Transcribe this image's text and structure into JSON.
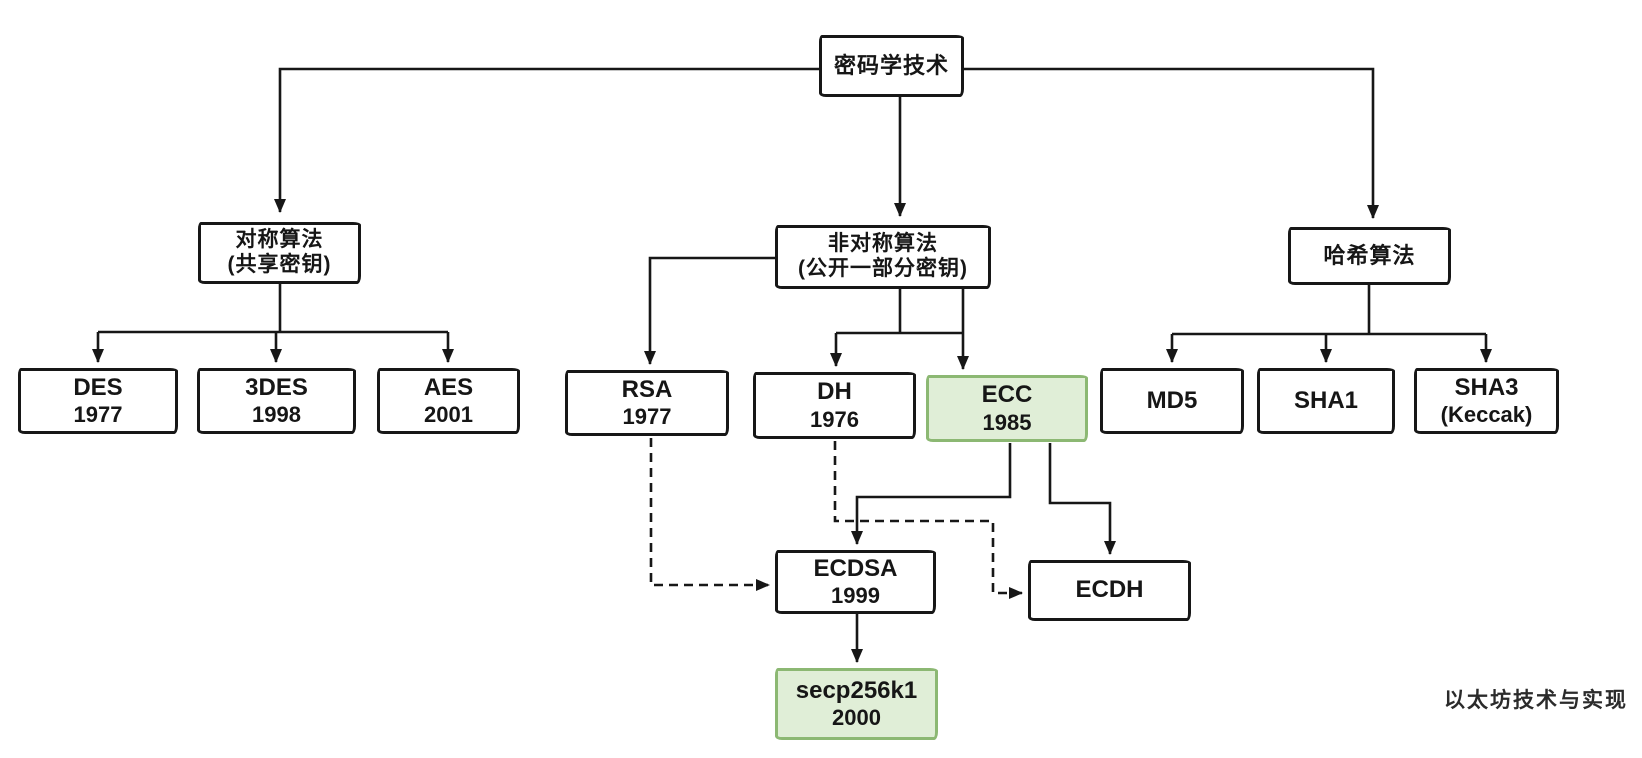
{
  "diagram": {
    "nodes": {
      "crypto": {
        "label": "密码学技术"
      },
      "symmetric": {
        "line1": "对称算法",
        "line2": "(共享密钥)"
      },
      "asymmetric": {
        "line1": "非对称算法",
        "line2": "(公开一部分密钥)"
      },
      "hash": {
        "label": "哈希算法"
      },
      "des": {
        "line1": "DES",
        "line2": "1977"
      },
      "tdes": {
        "line1": "3DES",
        "line2": "1998"
      },
      "aes": {
        "line1": "AES",
        "line2": "2001"
      },
      "rsa": {
        "line1": "RSA",
        "line2": "1977"
      },
      "dh": {
        "line1": "DH",
        "line2": "1976"
      },
      "ecc": {
        "line1": "ECC",
        "line2": "1985"
      },
      "md5": {
        "label": "MD5"
      },
      "sha1": {
        "label": "SHA1"
      },
      "sha3": {
        "line1": "SHA3",
        "line2": "(Keccak)"
      },
      "ecdsa": {
        "line1": "ECDSA",
        "line2": "1999"
      },
      "ecdh": {
        "label": "ECDH"
      },
      "secp256k1": {
        "line1": "secp256k1",
        "line2": "2000"
      }
    },
    "edges": [
      {
        "from": "crypto",
        "to": "symmetric",
        "style": "solid"
      },
      {
        "from": "crypto",
        "to": "asymmetric",
        "style": "solid"
      },
      {
        "from": "crypto",
        "to": "hash",
        "style": "solid"
      },
      {
        "from": "symmetric",
        "to": "des",
        "style": "solid"
      },
      {
        "from": "symmetric",
        "to": "tdes",
        "style": "solid"
      },
      {
        "from": "symmetric",
        "to": "aes",
        "style": "solid"
      },
      {
        "from": "asymmetric",
        "to": "rsa",
        "style": "solid"
      },
      {
        "from": "asymmetric",
        "to": "dh",
        "style": "solid"
      },
      {
        "from": "asymmetric",
        "to": "ecc",
        "style": "solid"
      },
      {
        "from": "hash",
        "to": "md5",
        "style": "solid"
      },
      {
        "from": "hash",
        "to": "sha1",
        "style": "solid"
      },
      {
        "from": "hash",
        "to": "sha3",
        "style": "solid"
      },
      {
        "from": "ecc",
        "to": "ecdsa",
        "style": "solid"
      },
      {
        "from": "ecc",
        "to": "ecdh",
        "style": "solid"
      },
      {
        "from": "rsa",
        "to": "ecdsa",
        "style": "dashed"
      },
      {
        "from": "dh",
        "to": "ecdh",
        "style": "dashed"
      },
      {
        "from": "ecdsa",
        "to": "secp256k1",
        "style": "solid"
      }
    ],
    "colors": {
      "line": "#171717",
      "box_fill": "#ffffff",
      "highlight_fill": "#e0eed7",
      "highlight_border": "#8cb873"
    },
    "watermark": "以太坊技术与实现"
  }
}
